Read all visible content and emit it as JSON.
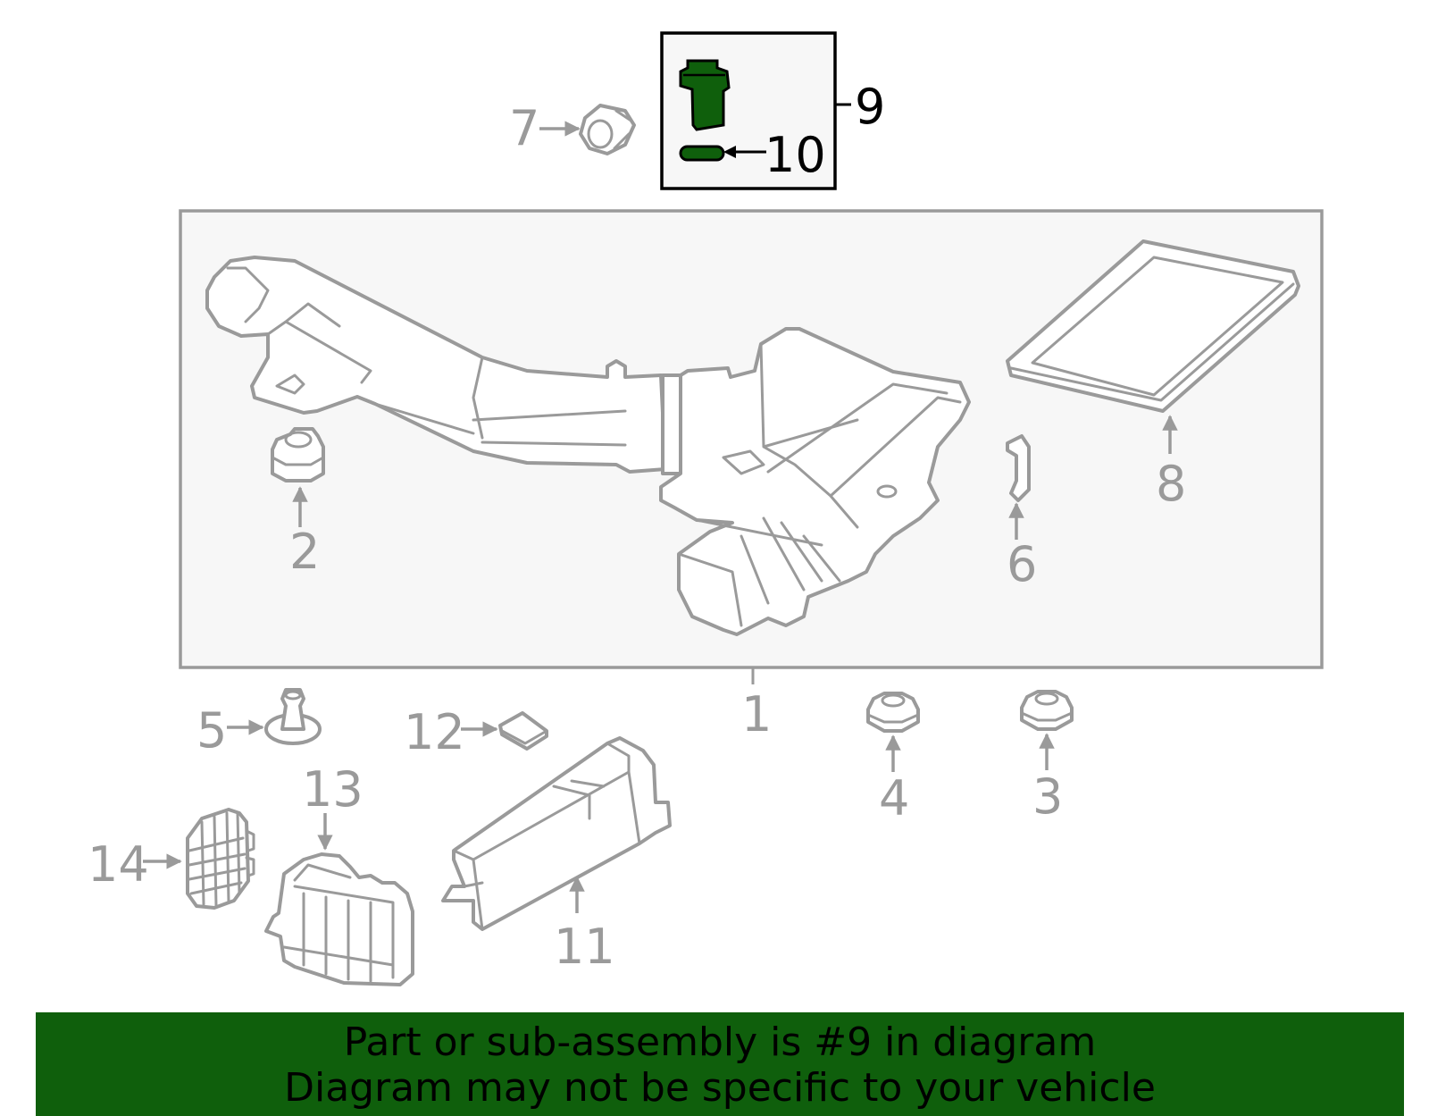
{
  "diagram": {
    "callouts": {
      "c1": "1",
      "c2": "2",
      "c3": "3",
      "c4": "4",
      "c5": "5",
      "c6": "6",
      "c7": "7",
      "c8": "8",
      "c9": "9",
      "c10": "10",
      "c11": "11",
      "c12": "12",
      "c13": "13",
      "c14": "14"
    },
    "highlight_part": "9",
    "highlight_color": "#0f5f0c",
    "line_color": "#9a9a9a"
  },
  "banner": {
    "line1": "Part or sub-assembly is #9 in diagram",
    "line2": "Diagram may not be specific to your vehicle",
    "background": "#0f5f0c"
  }
}
